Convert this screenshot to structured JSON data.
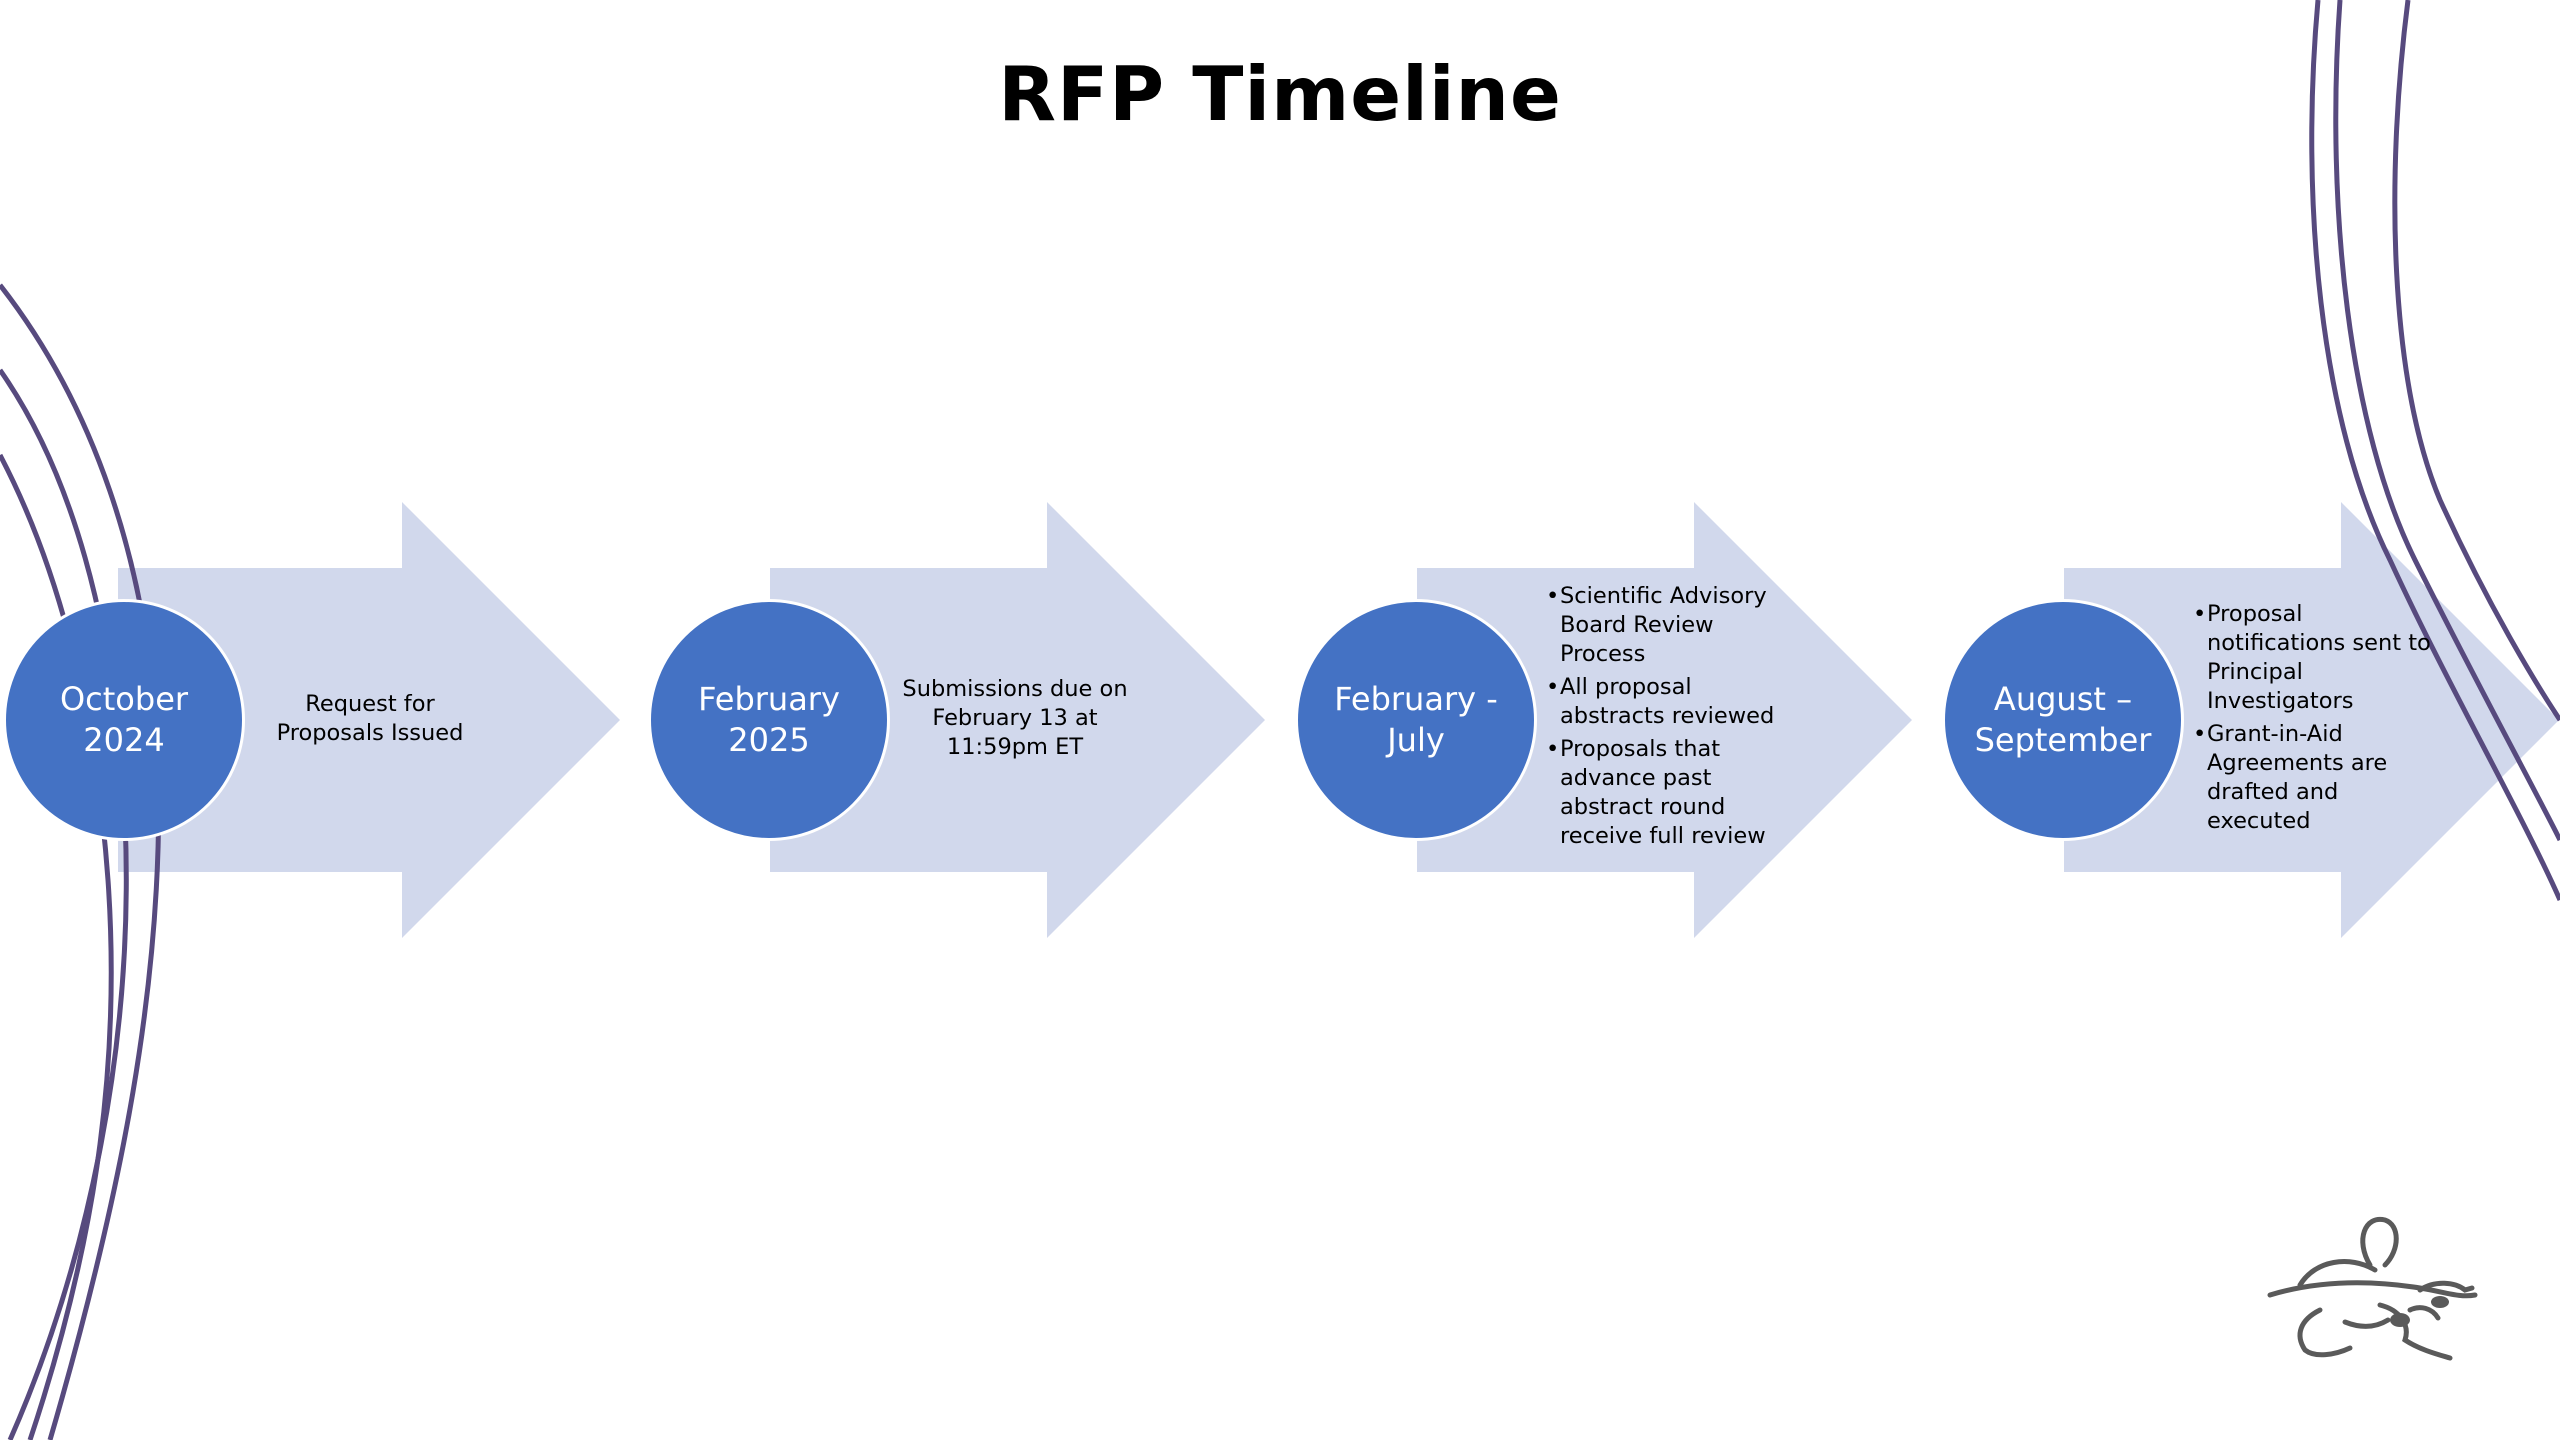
{
  "title": "RFP Timeline",
  "colors": {
    "circle_fill": "#4472c4",
    "arrow_fill": "#d1d8ec",
    "decor_lines": "#574a7e",
    "logo": "#5a5a5a"
  },
  "stages": [
    {
      "date_line1": "October",
      "date_line2": "2024",
      "text_lines": [
        "Request for",
        "Proposals Issued"
      ]
    },
    {
      "date_line1": "February",
      "date_line2": "2025",
      "text_lines": [
        "Submissions due on",
        "February 13 at",
        "11:59pm ET"
      ]
    },
    {
      "date_line1": "February -",
      "date_line2": "July",
      "bullets": [
        "Scientific Advisory Board Review Process",
        "All proposal abstracts reviewed",
        "Proposals that advance past abstract round receive full review"
      ]
    },
    {
      "date_line1": "August –",
      "date_line2": "September",
      "bullets": [
        "Proposal notifications sent to Principal Investigators",
        "Grant-in-Aid Agreements are drafted and executed"
      ]
    }
  ],
  "icons": {
    "logo": "animal-logo-icon"
  }
}
